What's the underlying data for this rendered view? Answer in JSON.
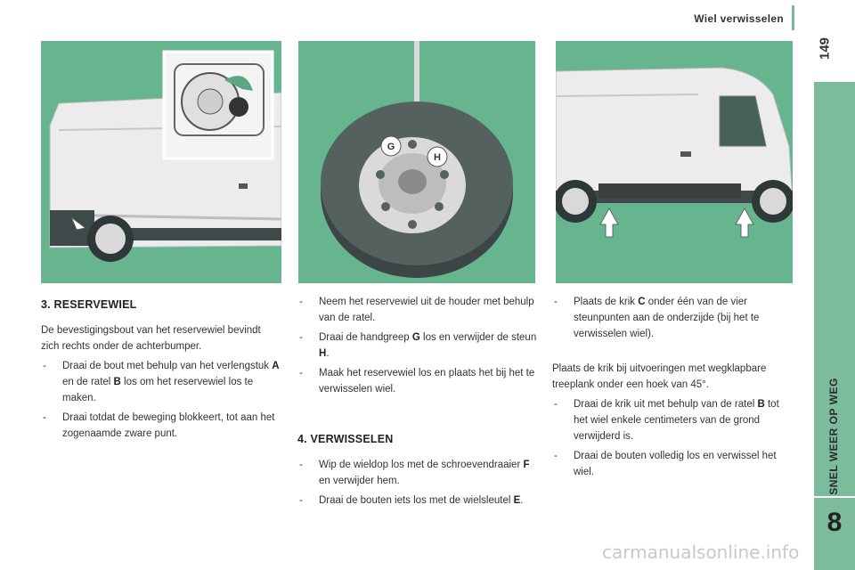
{
  "header": {
    "title": "Wiel verwisselen",
    "page_number": "149"
  },
  "sidebar": {
    "label": "SNEL WEER OP WEG",
    "chapter": "8"
  },
  "illustrations": {
    "wheel_labels": {
      "g": "G",
      "h": "H"
    }
  },
  "col1": {
    "title": "3. RESERVEWIEL",
    "intro": "De bevestigingsbout van het reservewiel bevindt zich rechts onder de achterbumper.",
    "b1": {
      "pre": "Draai de bout met behulp van het verlengstuk ",
      "k1": "A",
      "mid": " en de ratel ",
      "k2": "B",
      "post": " los om het reservewiel los te maken."
    },
    "b2": "Draai totdat de beweging blokkeert, tot aan het zogenaamde zware punt."
  },
  "col2": {
    "b1": "Neem het reservewiel uit de houder met behulp van de ratel.",
    "b2": {
      "pre": "Draai de handgreep ",
      "k1": "G",
      "mid": " los en verwijder de steun ",
      "k2": "H",
      "post": "."
    },
    "b3": "Maak het reservewiel los en plaats het bij het te verwisselen wiel.",
    "title": "4. VERWISSELEN",
    "b4": {
      "pre": "Wip de wieldop los met de schroevendraaier ",
      "k1": "F",
      "post": " en verwijder hem."
    },
    "b5": {
      "pre": "Draai de bouten iets los met de wielsleutel ",
      "k1": "E",
      "post": "."
    }
  },
  "col3": {
    "b1": {
      "pre": "Plaats de krik ",
      "k1": "C",
      "post": " onder één van de vier steunpunten aan de onderzijde (bij het te verwisselen wiel)."
    },
    "para": "Plaats de krik bij uitvoeringen met wegklapbare treeplank onder een hoek van 45°.",
    "b2": {
      "pre": "Draai de krik uit met behulp van de ratel ",
      "k1": "B",
      "post": " tot het wiel enkele centimeters van de grond verwijderd is."
    },
    "b3": "Draai de bouten volledig los en verwissel het wiel."
  },
  "watermark": "carmanualsonline.info",
  "colors": {
    "sidebar": "#7cbc9c",
    "illustration_bg": "#67b58e",
    "van_body": "#ececec"
  }
}
